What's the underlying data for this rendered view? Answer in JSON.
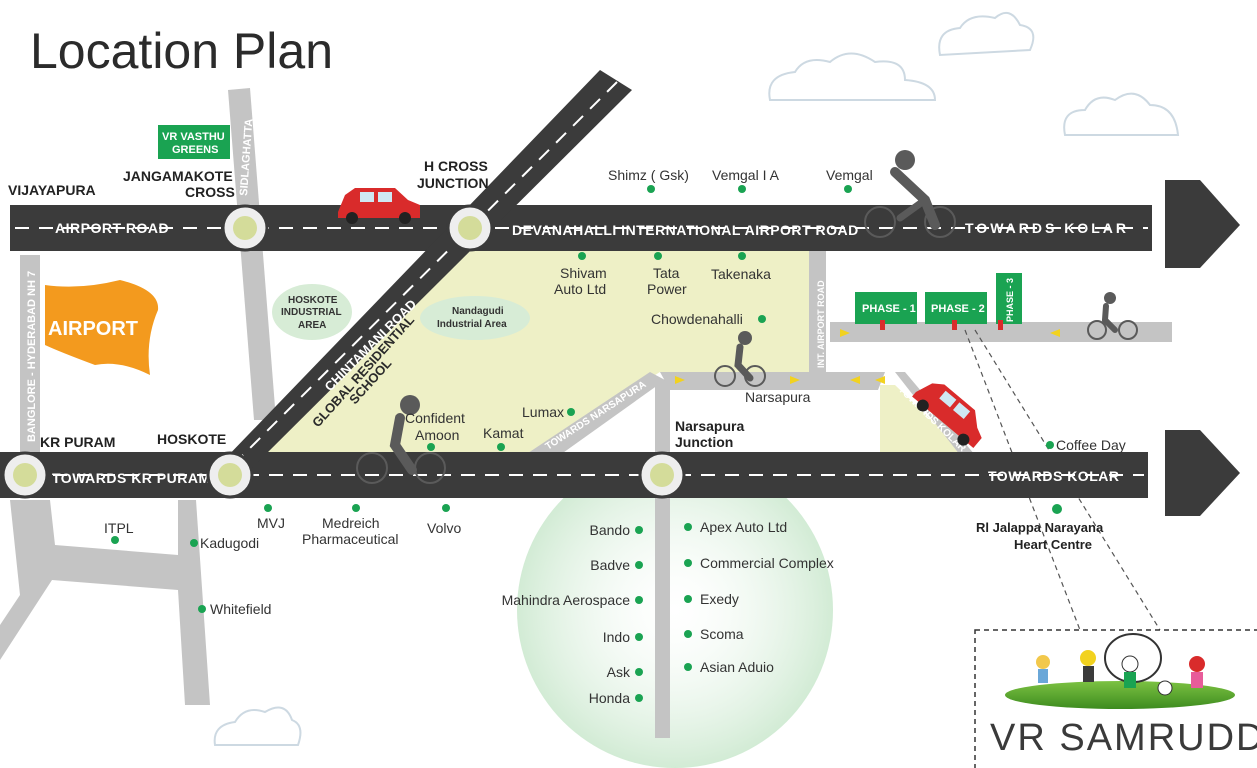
{
  "title": "Location Plan",
  "roads": {
    "airport_road": "AIRPORT ROAD",
    "devanahalli": "DEVANAHALLI INTERNATIONAL AIRPORT ROAD",
    "towards_kolar_top": "TOWARDS KOLAR",
    "towards_kolar_bottom": "TOWARDS KOLAR",
    "towards_kr_puram": "TOWARDS KR PURAM",
    "bangalore_hyderabad": "BANGLORE - HYDERABAD NH 7",
    "sidlaghatta": "SIDLAGHATTA",
    "chintamani": "CHINTAMANI ROAD",
    "int_airport": "INT. AIRPORT ROAD",
    "towards_narsapura": "TOWARDS NARSAPURA",
    "towards_kolar_diag": "TOWARDS KOLAR",
    "narsapura": "Narsapura"
  },
  "junctions": {
    "vijayapura": "VIJAYAPURA",
    "jangamakote": [
      "JANGAMAKOTE",
      "CROSS"
    ],
    "h_cross": [
      "H CROSS",
      "JUNCTION"
    ],
    "kr_puram": "KR PURAM",
    "hoskote": "HOSKOTE",
    "narsapura_junction": [
      "Narsapura",
      "Junction"
    ]
  },
  "areas": {
    "airport": "AIRPORT",
    "hoskote_industrial": [
      "HOSKOTE",
      "INDUSTRIAL",
      "AREA"
    ],
    "nandagudi": [
      "Nandagudi",
      "Industrial Area"
    ],
    "global_school": [
      "GLOBAL RESIDENTIAL",
      "SCHOOL"
    ]
  },
  "signs": {
    "vr_vasthu": [
      "VR VASTHU",
      "GREENS"
    ],
    "phase1": "PHASE - 1",
    "phase2": "PHASE - 2",
    "phase3": "PHASE - 3"
  },
  "landmarks": {
    "shimz": "Shimz ( Gsk)",
    "vemgal_ia": "Vemgal I A",
    "vemgal": "Vemgal",
    "shivam": [
      "Shivam",
      "Auto Ltd"
    ],
    "tata": [
      "Tata",
      "Power"
    ],
    "takenaka": "Takenaka",
    "chowdenahalli": "Chowdenahalli",
    "lumax": "Lumax",
    "confident": [
      "Confident",
      "Amoon"
    ],
    "kamat": "Kamat",
    "coffee_day": "Coffee Day",
    "itpl": "ITPL",
    "kadugodi": "Kadugodi",
    "whitefield": "Whitefield",
    "mvj": "MVJ",
    "medreich": [
      "Medreich",
      "Pharmaceutical"
    ],
    "volvo": "Volvo",
    "jalappa": [
      "Rl Jalappa Narayana",
      "Heart Centre"
    ]
  },
  "narsapura_left": [
    "Bando",
    "Badve",
    "Mahindra Aerospace",
    "Indo",
    "Ask",
    "Honda"
  ],
  "narsapura_right": [
    "Apex Auto Ltd",
    "Commercial Complex",
    "Exedy",
    "Scoma",
    "Asian Aduio"
  ],
  "project": {
    "name": "VR SAMRUDDHI"
  },
  "colors": {
    "road": "#3b3b3b",
    "road_light": "#c4c4c4",
    "accent_green": "#1aa352",
    "zone": "#eef0c6",
    "airport": "#f39a1e",
    "car": "#d92b2b"
  }
}
